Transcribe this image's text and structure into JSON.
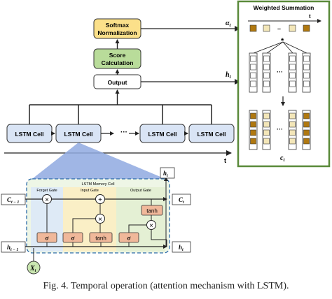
{
  "attention": {
    "softmax_line1": "Softmax",
    "softmax_line2": "Normalization",
    "score_line1": "Score",
    "score_line2": "Calculation",
    "output": "Output",
    "alpha": "α",
    "alpha_sub": "t",
    "h": "h",
    "h_sub": "t"
  },
  "lstm_chain": {
    "cells": [
      "LSTM Cell",
      "LSTM Cell",
      "LSTM Cell",
      "LSTM Cell"
    ],
    "ellipsis": "···",
    "time_label": "t"
  },
  "weighted": {
    "title": "Weighted Summation",
    "time_label": "t",
    "minus": "–",
    "star": "*",
    "ellipsis": "···",
    "c": "c",
    "c_sub": "t"
  },
  "cell_detail": {
    "title": "LSTM Memory Cell",
    "forget_gate": "Forget Gate",
    "input_gate": "Input Gate",
    "output_gate": "Output Gate",
    "sigma": "σ",
    "tanh": "tanh",
    "c_prev": "C",
    "c_prev_sub": "t − 1",
    "c_out": "C",
    "c_out_sub": "t",
    "h_prev": "h",
    "h_prev_sub": "t − 1",
    "h_out": "h",
    "h_out_sub": "t",
    "h_top": "h",
    "h_top_sub": "t",
    "x_in": "X",
    "x_in_sub": "t"
  },
  "caption": "Fig. 4.   Temporal operation (attention mechanism with LSTM).",
  "colors": {
    "softmax_fill": "#fbe08a",
    "score_fill": "#b9dc9a",
    "lstm_fill": "#d9e4f5",
    "panel_border": "#5a8a3a",
    "tanh_fill": "#f0b89a",
    "vector_dark": "#b07810",
    "vector_light": "#f3e6b8",
    "triangle": "#8fa9e0",
    "x_circle": "#c9e6b0"
  }
}
